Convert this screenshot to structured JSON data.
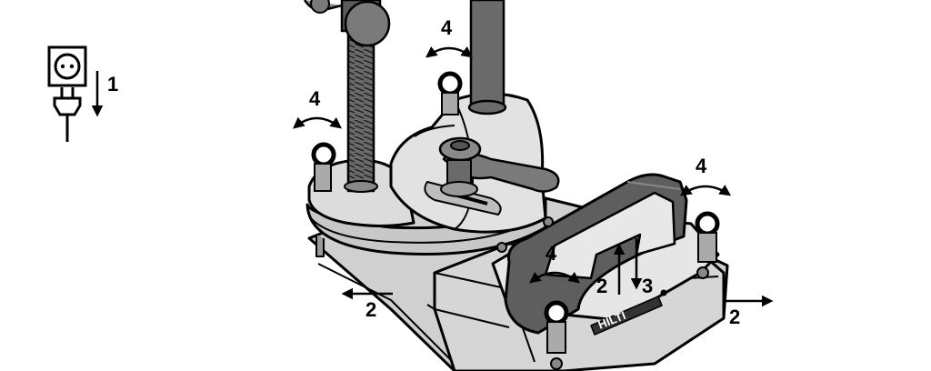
{
  "labels": {
    "unplug_step": "1",
    "slide_left_step": "2",
    "slide_right_step": "2",
    "lift_step": "2",
    "lower_step": "3",
    "eyebolt_top_step": "4",
    "eyebolt_left_step": "4",
    "eyebolt_right_step": "4",
    "eyebolt_front_step": "4"
  },
  "brand_mark": "HILTI",
  "icons": [
    "socket-icon",
    "plug-icon",
    "rotate-arrow-icon",
    "direction-arrow-icon"
  ],
  "colors": {
    "line": "#000000",
    "light_metal": "#dcdcdc",
    "mid_metal": "#b4b4b4",
    "dark_metal": "#5a5a5a",
    "background": "#ffffff"
  }
}
